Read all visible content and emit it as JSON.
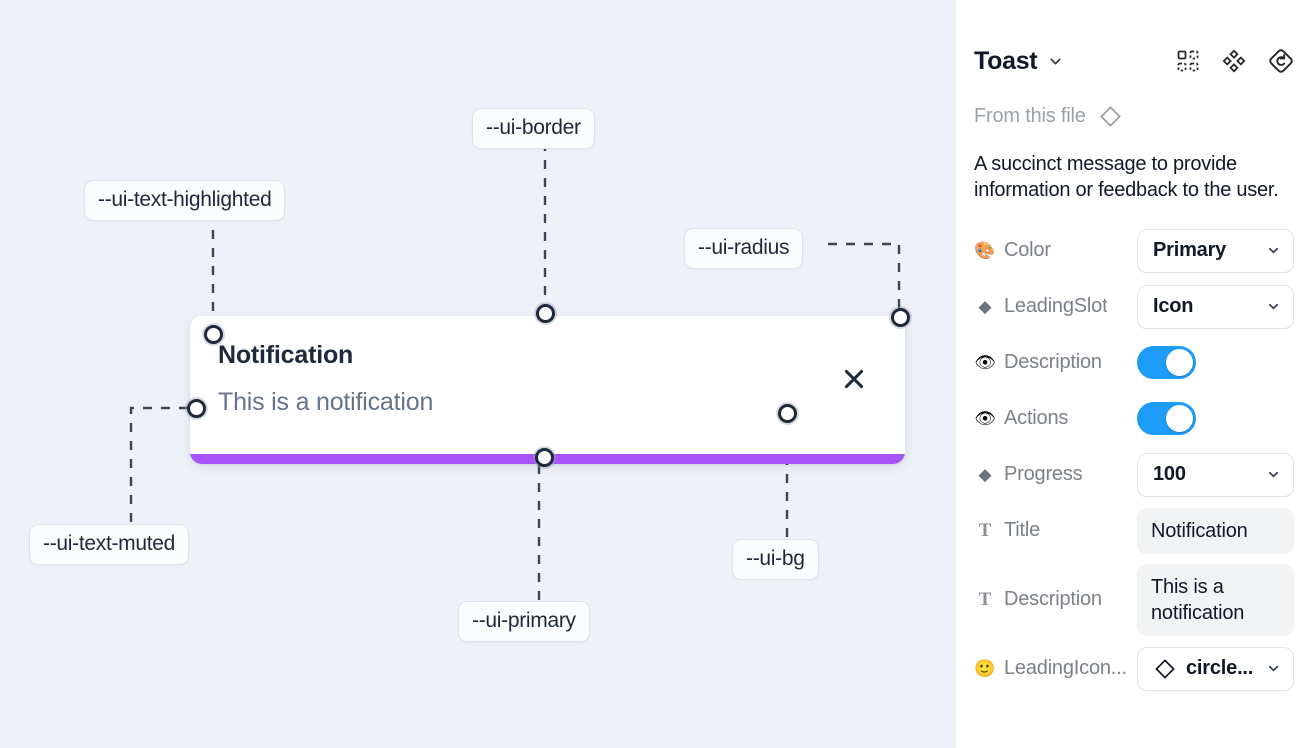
{
  "canvas": {
    "background": "#eef1f7",
    "toast": {
      "title": "Notification",
      "description": "This is a notification",
      "close_icon": "close-icon",
      "progress_color": "#a855f7",
      "progress_percent": 100
    },
    "tokens": [
      {
        "label": "--ui-text-highlighted"
      },
      {
        "label": "--ui-border"
      },
      {
        "label": "--ui-radius"
      },
      {
        "label": "--ui-text-muted"
      },
      {
        "label": "--ui-primary"
      },
      {
        "label": "--ui-bg"
      }
    ]
  },
  "panel": {
    "title": "Toast",
    "title_caret_icon": "chevron-down-icon",
    "header_icons": [
      {
        "name": "variants-grid-icon"
      },
      {
        "name": "component-diamond-icon"
      },
      {
        "name": "reset-instance-icon"
      }
    ],
    "from_file_label": "From this file",
    "from_file_icon": "diamond-icon",
    "description": "A succinct message to provide information or feedback to the user.",
    "properties": [
      {
        "icon": "palette-emoji",
        "glyph": "🎨",
        "name": "Color",
        "control": "select",
        "value": "Primary"
      },
      {
        "icon": "diamond-filled-icon",
        "glyph": "◆",
        "name": "LeadingSlot",
        "control": "select",
        "value": "Icon"
      },
      {
        "icon": "eye-emoji",
        "glyph": "👁",
        "name": "Description",
        "control": "toggle",
        "value": "on"
      },
      {
        "icon": "eye-emoji",
        "glyph": "👁",
        "name": "Actions",
        "control": "toggle",
        "value": "on"
      },
      {
        "icon": "diamond-filled-icon",
        "glyph": "◆",
        "name": "Progress",
        "control": "select",
        "value": "100"
      },
      {
        "icon": "text-t-icon",
        "glyph": "T",
        "name": "Title",
        "control": "text",
        "value": "Notification"
      },
      {
        "icon": "text-t-icon",
        "glyph": "T",
        "name": "Description",
        "control": "text",
        "value": "This is a notification"
      },
      {
        "icon": "smiley-emoji",
        "glyph": "🙂",
        "name": "LeadingIcon...",
        "control": "select-icon",
        "value": "circle..."
      }
    ]
  }
}
